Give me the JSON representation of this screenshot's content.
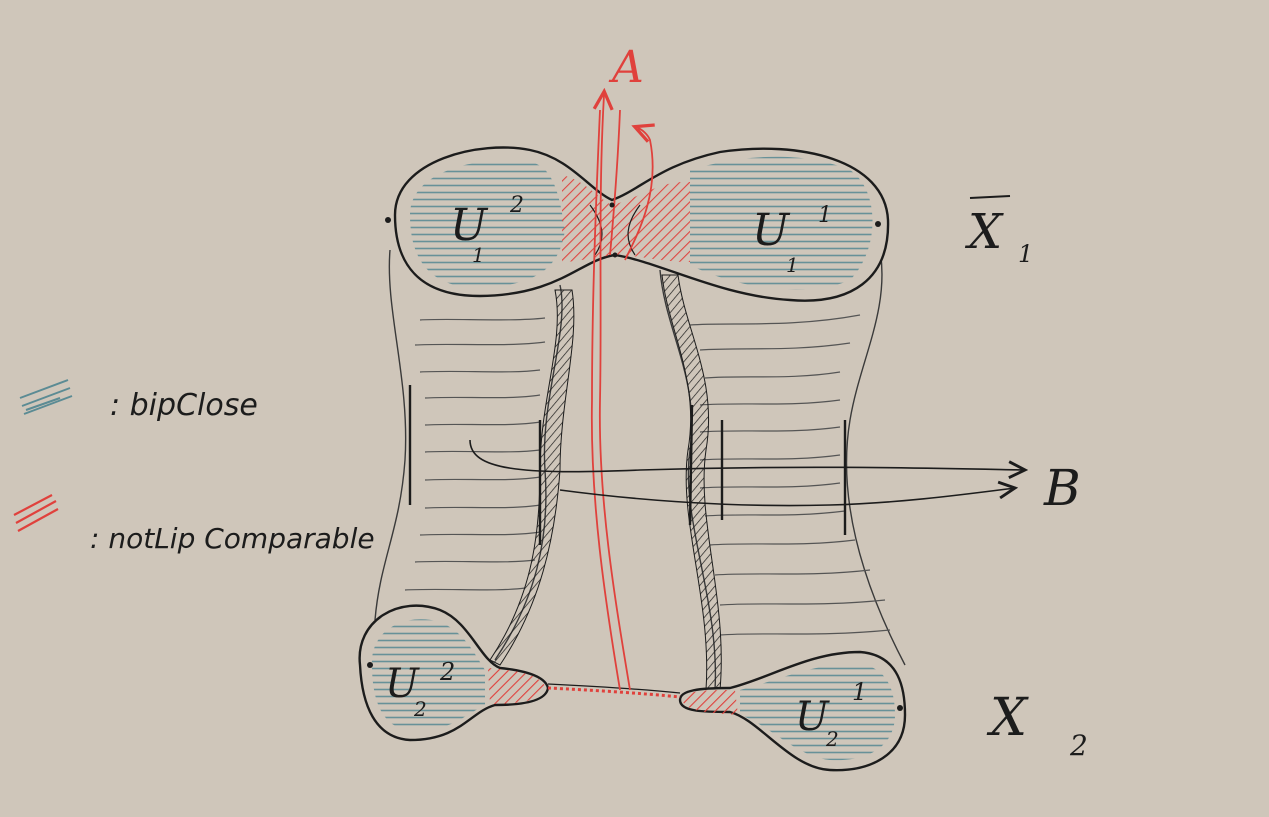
{
  "labels": {
    "A": "A",
    "B": "B",
    "X1_main": "X",
    "X1_sub": "1",
    "X2_main": "X",
    "X2_sub": "2",
    "U12_main": "U",
    "U12_sup": "2",
    "U12_sub": "1",
    "U11_main": "U",
    "U11_sup": "1",
    "U11_sub": "1",
    "U22_main": "U",
    "U22_sup": "2",
    "U22_sub": "2",
    "U21_main": "U",
    "U21_sup": "1",
    "U21_sub": "2"
  },
  "legend": {
    "item1": ": bipClose",
    "item2": ": notLip Comparable"
  },
  "colors": {
    "paper": "#cfc6ba",
    "ink": "#1c1c1c",
    "red": "#e0413c",
    "teal": "#5b8b94"
  }
}
